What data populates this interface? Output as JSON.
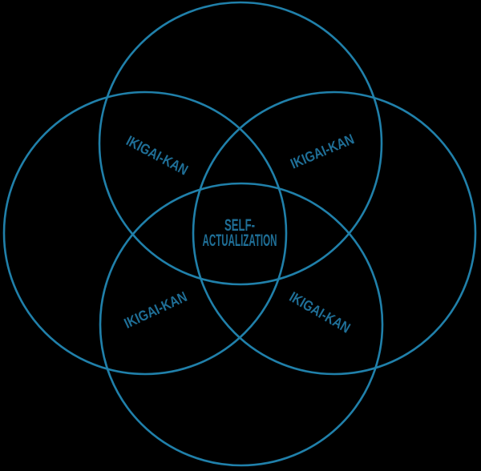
{
  "diagram": {
    "type": "venn-flower",
    "title_visible": false,
    "colors": {
      "background": "#000000",
      "circle_stroke": "#2080aa",
      "label_text": "#1f6f97"
    },
    "circles": [
      {
        "name": "top"
      },
      {
        "name": "right"
      },
      {
        "name": "bottom"
      },
      {
        "name": "left"
      }
    ],
    "overlap_labels": {
      "top_left": "IKIGAI-KAN",
      "top_right": "IKIGAI-KAN",
      "bottom_left": "IKIGAI-KAN",
      "bottom_right": "IKIGAI-KAN"
    },
    "center_label": {
      "line1": "SELF-",
      "line2": "ACTUALIZATION"
    }
  }
}
